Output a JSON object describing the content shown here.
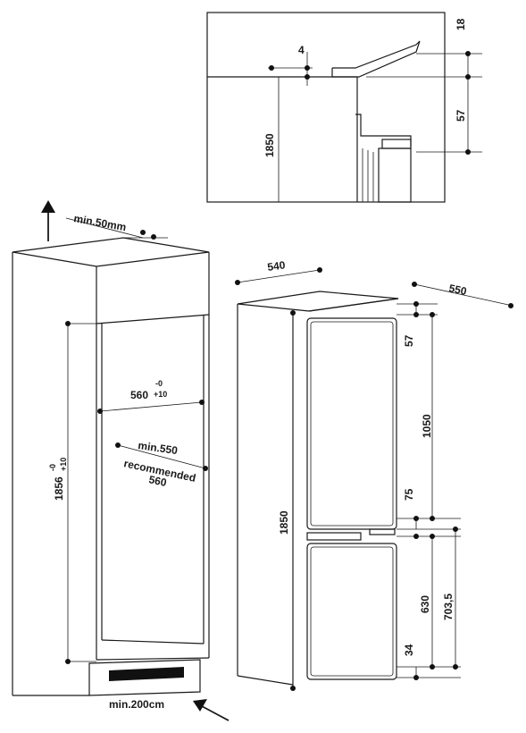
{
  "detail": {
    "dim_gap": "4",
    "dim_top": "18",
    "dim_vent": "57",
    "dim_height": "1850"
  },
  "niche": {
    "min_top": "min.50mm",
    "width": "560",
    "width_tol_top": "-0",
    "width_tol_bottom": "+10",
    "depth_min": "min.550",
    "depth_recommended_1": "recommended",
    "depth_recommended_2": "560",
    "height": "1856",
    "height_tol_top": "-0",
    "height_tol_bottom": "+10",
    "min_bottom": "min.200cm"
  },
  "appliance": {
    "width": "540",
    "depth": "550",
    "height": "1850",
    "dim_57": "57",
    "dim_1050": "1050",
    "dim_75": "75",
    "dim_630": "630",
    "dim_7035": "703,5",
    "dim_34": "34"
  },
  "colors": {
    "ink": "#1a1a1a",
    "background": "#ffffff"
  }
}
